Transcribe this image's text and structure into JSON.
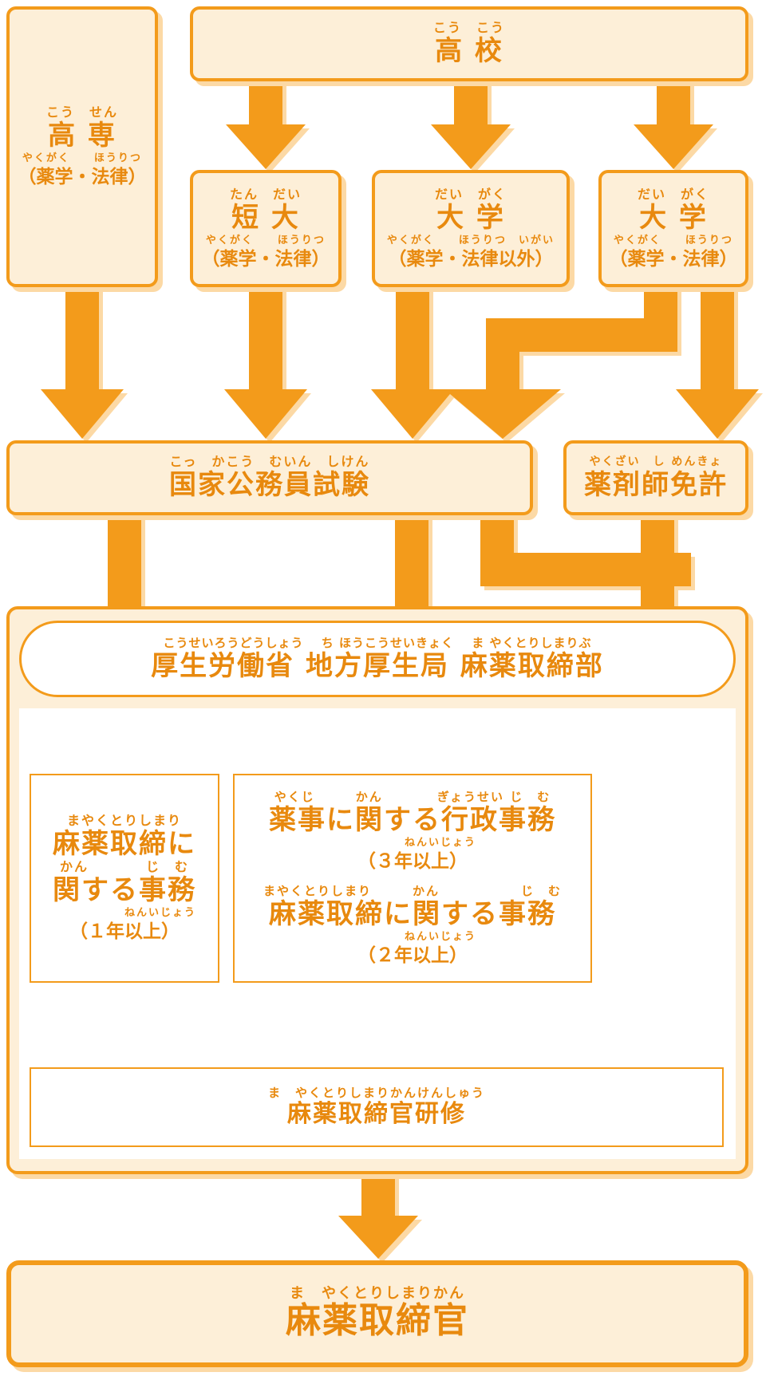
{
  "nodes": {
    "kosen": {
      "ruby": "こう　せん",
      "label": "高 専",
      "sub_ruby": "やくがく　　ほうりつ",
      "sub": "（薬学・法律）"
    },
    "koko": {
      "ruby": "こう　こう",
      "label": "高 校"
    },
    "tandai": {
      "ruby": "たん　だい",
      "label": "短 大",
      "sub_ruby": "やくがく　　ほうりつ",
      "sub": "（薬学・法律）"
    },
    "daigaku_other": {
      "ruby": "だい　がく",
      "label": "大 学",
      "sub_ruby": "やくがく　　ほうりつ　いがい",
      "sub": "（薬学・法律以外）"
    },
    "daigaku": {
      "ruby": "だい　がく",
      "label": "大 学",
      "sub_ruby": "やくがく　　ほうりつ",
      "sub": "（薬学・法律）"
    },
    "exam": {
      "ruby": "こっ　かこう　むいん　しけん",
      "label": "国家公務員試験"
    },
    "license": {
      "ruby": "やくざい　し めんきょ",
      "label": "薬剤師免許"
    },
    "bureau": {
      "ruby": "こうせいろうどうしょう　 ち ほうこうせいきょく　 ま やくとりしまりぶ",
      "label": "厚生労働省 地方厚生局 麻薬取締部"
    },
    "duty_left": {
      "ruby1": "まやくとりしまり",
      "line1": "麻薬取締に",
      "ruby2": "かん　　　　じ　む",
      "line2": "関する事務",
      "period_ruby": "ねんいじょう",
      "period": "（１年以上）"
    },
    "duty_right": {
      "ruby1": "やくじ　　　かん　　　　ぎょうせい じ　む",
      "line1": "薬事に関する行政事務",
      "period1_ruby": "ねんいじょう",
      "period1": "（３年以上）",
      "ruby2": "まやくとりしまり　　　かん　　　　　　じ　む",
      "line2": "麻薬取締に関する事務",
      "period2_ruby": "ねんいじょう",
      "period2": "（２年以上）"
    },
    "training": {
      "ruby": "ま　やくとりしまりかんけんしゅう",
      "label": "麻薬取締官研修"
    },
    "officer": {
      "ruby": "ま　やくとりしまりかん",
      "label": "麻薬取締官"
    }
  },
  "colors": {
    "accent": "#f39b1b",
    "fill": "#fdefd8",
    "shadow": "#fcd9a5",
    "text": "#e8890e"
  }
}
